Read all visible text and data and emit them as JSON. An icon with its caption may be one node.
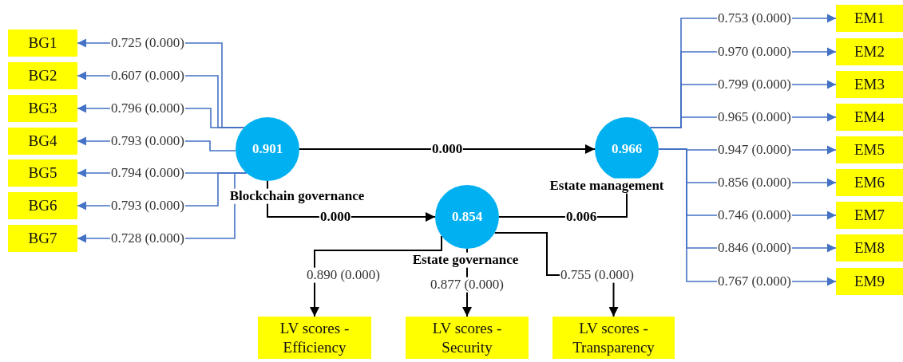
{
  "diagram": {
    "nodes": [
      {
        "text": [
          "0.901"
        ],
        "beside": [
          "Blockchain governance"
        ]
      },
      {
        "text": [
          "0.966"
        ],
        "beside": [
          "Estate management"
        ]
      },
      {
        "text": [
          "0.854"
        ],
        "beside": [
          "Estate governance"
        ]
      },
      {
        "text": [
          "BG1"
        ]
      },
      {
        "text": [
          "BG2"
        ]
      },
      {
        "text": [
          "BG3"
        ]
      },
      {
        "text": [
          "BG4"
        ]
      },
      {
        "text": [
          "BG5"
        ]
      },
      {
        "text": [
          "BG6"
        ]
      },
      {
        "text": [
          "BG7"
        ]
      },
      {
        "text": [
          "EM1"
        ]
      },
      {
        "text": [
          "EM2"
        ]
      },
      {
        "text": [
          "EM3"
        ]
      },
      {
        "text": [
          "EM4"
        ]
      },
      {
        "text": [
          "EM5"
        ]
      },
      {
        "text": [
          "EM6"
        ]
      },
      {
        "text": [
          "EM7"
        ]
      },
      {
        "text": [
          "EM8"
        ]
      },
      {
        "text": [
          "EM9"
        ]
      },
      {
        "text": [
          "LV scores - Efficiency"
        ]
      },
      {
        "text": [
          "LV scores - Security"
        ]
      },
      {
        "text": [
          "LV scores - Transparency"
        ]
      }
    ],
    "edges": [
      {
        "from": 0,
        "to": 3,
        "arrow": "to",
        "label": "0.725 (0.000)"
      },
      {
        "from": 0,
        "to": 4,
        "arrow": "to",
        "label": "0.607 (0.000)"
      },
      {
        "from": 0,
        "to": 5,
        "arrow": "to",
        "label": "0.796 (0.000)"
      },
      {
        "from": 0,
        "to": 6,
        "arrow": "to",
        "label": "0.793 (0.000)"
      },
      {
        "from": 0,
        "to": 7,
        "arrow": "to",
        "label": "0.794 (0.000)"
      },
      {
        "from": 0,
        "to": 8,
        "arrow": "to",
        "label": "0.793 (0.000)"
      },
      {
        "from": 0,
        "to": 9,
        "arrow": "to",
        "label": "0.728 (0.000)"
      },
      {
        "from": 1,
        "to": 10,
        "arrow": "to",
        "label": "0.753 (0.000)"
      },
      {
        "from": 1,
        "to": 11,
        "arrow": "to",
        "label": "0.970 (0.000)"
      },
      {
        "from": 1,
        "to": 12,
        "arrow": "to",
        "label": "0.799 (0.000)"
      },
      {
        "from": 1,
        "to": 13,
        "arrow": "to",
        "label": "0.965 (0.000)"
      },
      {
        "from": 1,
        "to": 14,
        "arrow": "to",
        "label": "0.947 (0.000)"
      },
      {
        "from": 1,
        "to": 15,
        "arrow": "to",
        "label": "0.856 (0.000)"
      },
      {
        "from": 1,
        "to": 16,
        "arrow": "to",
        "label": "0.746 (0.000)"
      },
      {
        "from": 1,
        "to": 17,
        "arrow": "to",
        "label": "0.846 (0.000)"
      },
      {
        "from": 1,
        "to": 18,
        "arrow": "to",
        "label": "0.767 (0.000)"
      },
      {
        "from": 0,
        "to": 1,
        "arrow": "to",
        "label": "0.000",
        "color": "#000000"
      },
      {
        "from": 0,
        "to": 2,
        "arrow": "to",
        "label": "0.000",
        "color": "#000000"
      },
      {
        "from": 2,
        "to": 1,
        "arrow": "none",
        "label": "0.006",
        "color": "#000000"
      },
      {
        "from": 2,
        "to": 19,
        "arrow": "to",
        "label": "0.890 (0.000)",
        "color": "#000000"
      },
      {
        "from": 2,
        "to": 20,
        "arrow": "to",
        "label": "0.877 (0.000)",
        "color": "#000000"
      },
      {
        "from": 2,
        "to": 21,
        "arrow": "to",
        "label": "0.755 (0.000)",
        "color": "#000000"
      }
    ]
  }
}
